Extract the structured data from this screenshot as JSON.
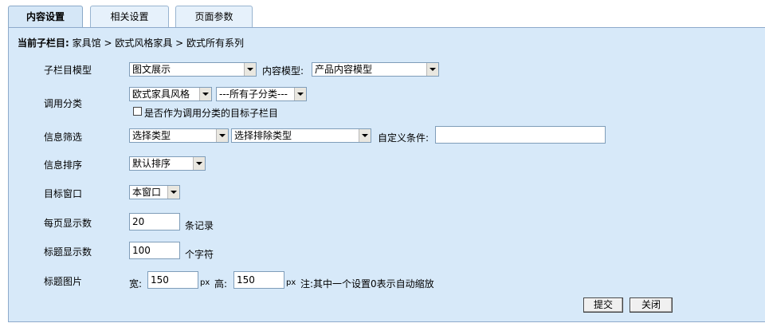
{
  "tabs": [
    {
      "label": "内容设置",
      "active": true
    },
    {
      "label": "相关设置",
      "active": false
    },
    {
      "label": "页面参数",
      "active": false
    }
  ],
  "breadcrumb": {
    "label": "当前子栏目:",
    "path": "家具馆 > 欧式风格家具 > 欧式所有系列"
  },
  "form": {
    "submodel": {
      "label": "子栏目模型",
      "value": "图文展示"
    },
    "content_model": {
      "label": "内容模型:",
      "value": "产品内容模型"
    },
    "category": {
      "label": "调用分类",
      "value1": "欧式家具风格",
      "value2": "---所有子分类---",
      "checkbox_label": "是否作为调用分类的目标子栏目",
      "checked": false
    },
    "filter": {
      "label": "信息筛选",
      "type": "选择类型",
      "exclude": "选择排除类型",
      "custom_label": "自定义条件:",
      "custom_value": ""
    },
    "sort": {
      "label": "信息排序",
      "value": "默认排序"
    },
    "target": {
      "label": "目标窗口",
      "value": "本窗口"
    },
    "per_page": {
      "label": "每页显示数",
      "value": "20",
      "unit": "条记录"
    },
    "title_count": {
      "label": "标题显示数",
      "value": "100",
      "unit": "个字符"
    },
    "title_image": {
      "label": "标题图片",
      "width_label": "宽:",
      "width_value": "150",
      "width_unit": "px",
      "height_label": "高:",
      "height_value": "150",
      "height_unit": "px",
      "note": "注:其中一个设置0表示自动缩放"
    }
  },
  "buttons": {
    "submit": "提交",
    "close": "关闭"
  }
}
